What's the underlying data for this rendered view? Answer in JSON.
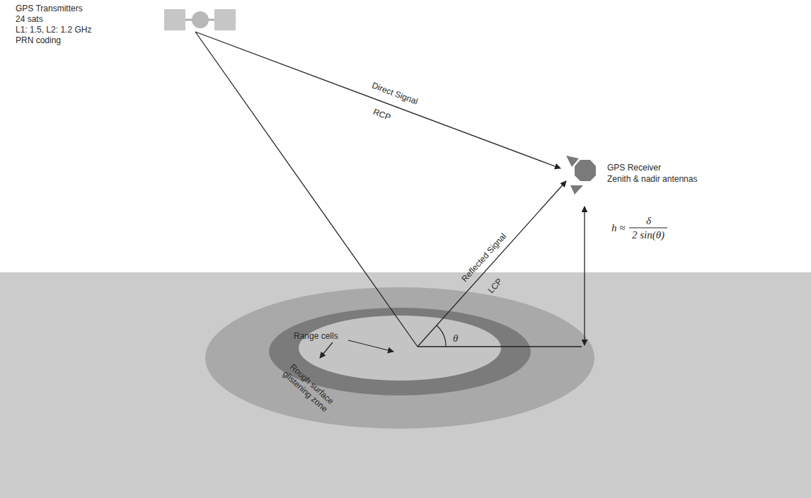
{
  "diagram": {
    "labels": [
      "GPS Transmitters",
      "24 sats",
      "L1: 1.5, L2: 1.2 GHz",
      "PRN coding",
      "Direct Signal",
      "RCP",
      "GPS Receiver",
      "Zenith & nadir antennas",
      "Reflected Signal",
      "LCP",
      "h ≈",
      "δ",
      "2 sin(θ)",
      "Range cells",
      "Rough surface glistening zone",
      "θ"
    ]
  }
}
